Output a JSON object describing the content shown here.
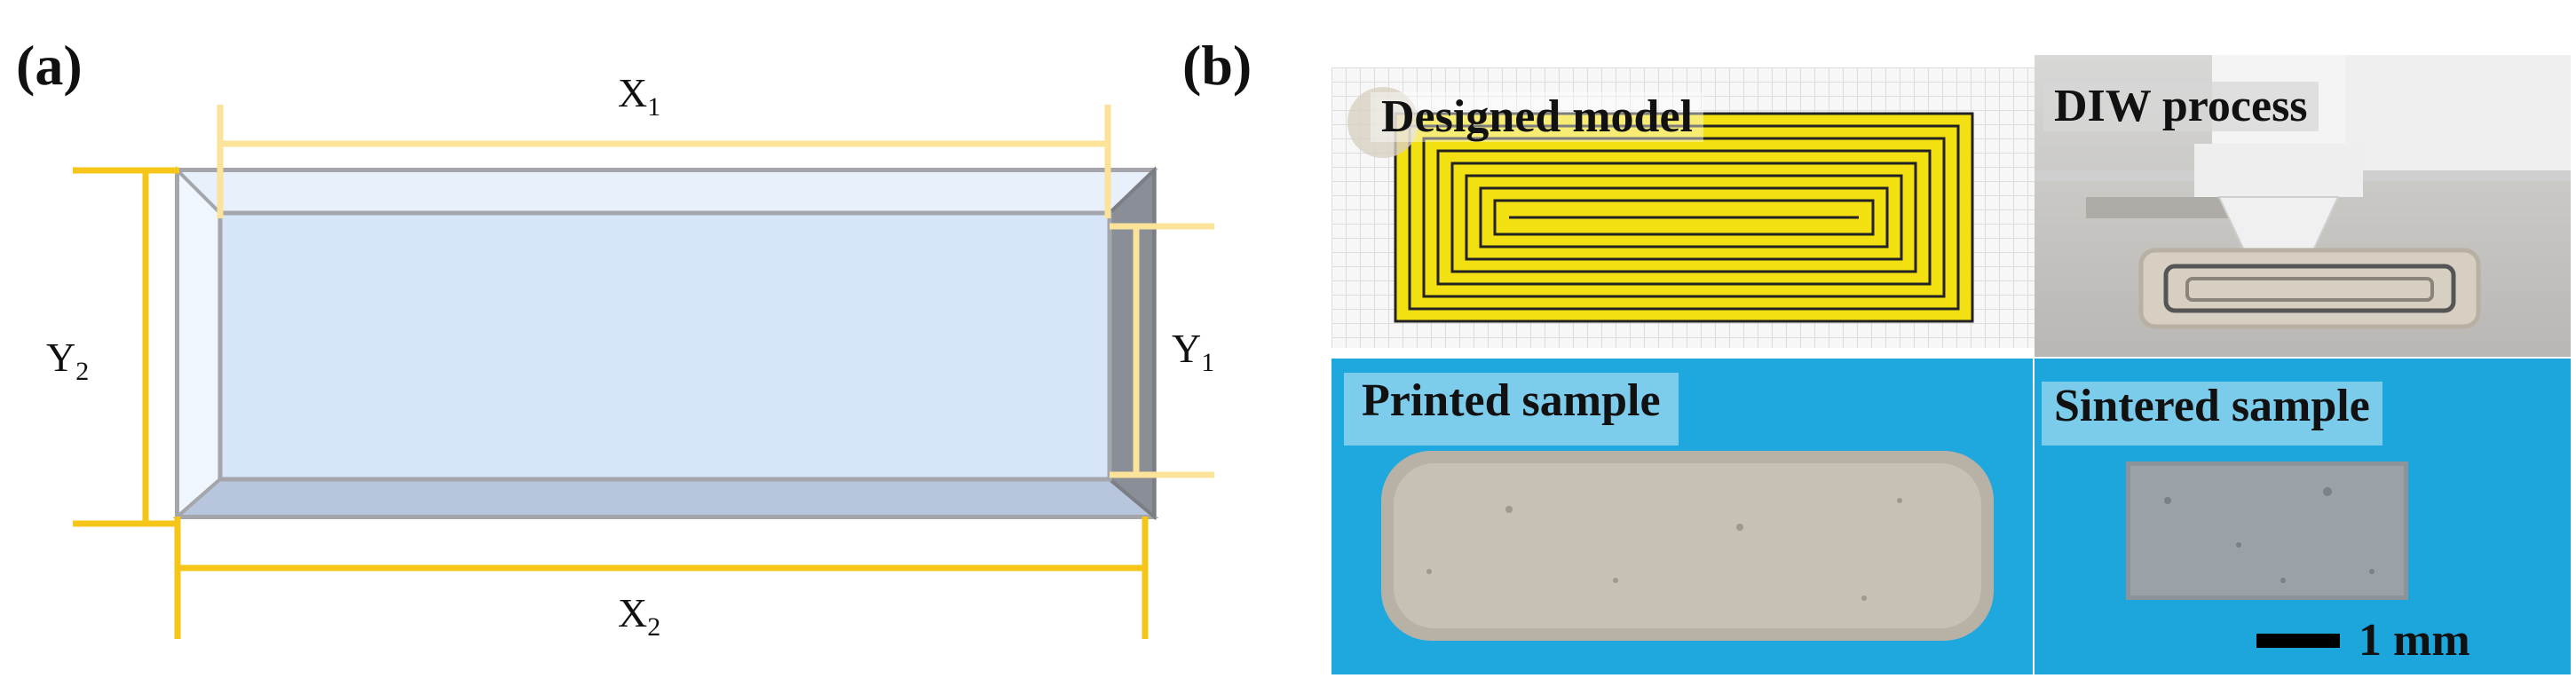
{
  "panel_a": {
    "label": "(a)",
    "dimensions": {
      "x1": {
        "main": "X",
        "sub": "1"
      },
      "x2": {
        "main": "X",
        "sub": "2"
      },
      "y1": {
        "main": "Y",
        "sub": "1"
      },
      "y2": {
        "main": "Y",
        "sub": "2"
      }
    },
    "colors": {
      "dimension_line_outer": "#f5c518",
      "dimension_line_inner": "#fbe39a",
      "top_face": "#e2eefc",
      "walls": "#b9c7dc",
      "dark_wall": "#8a8e96"
    }
  },
  "panel_b": {
    "label": "(b)",
    "photos": {
      "designed_model": "Designed model",
      "diw_process": "DIW process",
      "printed_sample": "Printed sample",
      "sintered_sample": "Sintered sample"
    },
    "scale_bar": "1 mm",
    "colors": {
      "model_fill": "#f2e012",
      "background_blue": "#1fa8dd"
    }
  }
}
